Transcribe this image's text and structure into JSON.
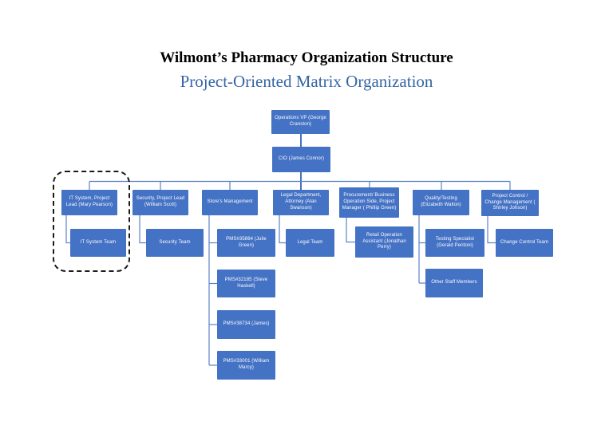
{
  "doc": {
    "title": "Wilmont’s Pharmacy Organization Structure",
    "subtitle": "Project-Oriented Matrix Organization"
  },
  "colors": {
    "node_fill": "#4472C4",
    "node_text": "#FFFFFF",
    "connector": "#5B83C7",
    "subtitle_text": "#3565A4",
    "title_text": "#000000",
    "highlight_border": "#1A1A1A",
    "background": "#FFFFFF"
  },
  "nodes": {
    "operations_vp": {
      "label": "Operations VP (George Cranston)",
      "parent": null
    },
    "cio": {
      "label": "CIO (James Connor)",
      "parent": "operations_vp"
    },
    "it_lead": {
      "label": "IT System, Project Lead (Mary Pearson)",
      "parent": "cio"
    },
    "it_team": {
      "label": "IT System Team",
      "parent": "it_lead"
    },
    "security_lead": {
      "label": "Security, Project Lead (William Scott)",
      "parent": "cio"
    },
    "security_team": {
      "label": "Security Team",
      "parent": "security_lead"
    },
    "stores_mgmt": {
      "label": "Store’s Management",
      "parent": "cio"
    },
    "pms_35864": {
      "label": "PMS#35864 (Julie Green)",
      "parent": "stores_mgmt"
    },
    "pms_32185": {
      "label": "PMS#32185 (Steve Haskell)",
      "parent": "stores_mgmt"
    },
    "pms_38734": {
      "label": "PMS#38734 (James)",
      "parent": "stores_mgmt"
    },
    "pms_33001": {
      "label": "PMS#33001 (William Marcy)",
      "parent": "stores_mgmt"
    },
    "legal_lead": {
      "label": "Legal Department, Attorney (Alan Swanson)",
      "parent": "cio"
    },
    "legal_team": {
      "label": "Legal Team",
      "parent": "legal_lead"
    },
    "procurement_lead": {
      "label": "Procurement/ Business Operation Side, Project Manager ( Phillip Green)",
      "parent": "cio"
    },
    "retail_assistant": {
      "label": "Retail Operation Assistant (Jonathan Perry)",
      "parent": "procurement_lead"
    },
    "quality_lead": {
      "label": "Quality/Testing (Elizabeth Walton)",
      "parent": "cio"
    },
    "testing_specialist": {
      "label": "Testing Specialist (Gerald Peritoni)",
      "parent": "quality_lead"
    },
    "other_staff": {
      "label": "Other Staff Members",
      "parent": "quality_lead"
    },
    "project_control_lead": {
      "label": "Project Control / Change Management ( Shirley Johson)",
      "parent": "cio"
    },
    "change_control_team": {
      "label": "Change Control Team",
      "parent": "project_control_lead"
    }
  },
  "highlight": {
    "type": "dashed-rounded-rect",
    "around": [
      "it_lead",
      "it_team"
    ]
  }
}
